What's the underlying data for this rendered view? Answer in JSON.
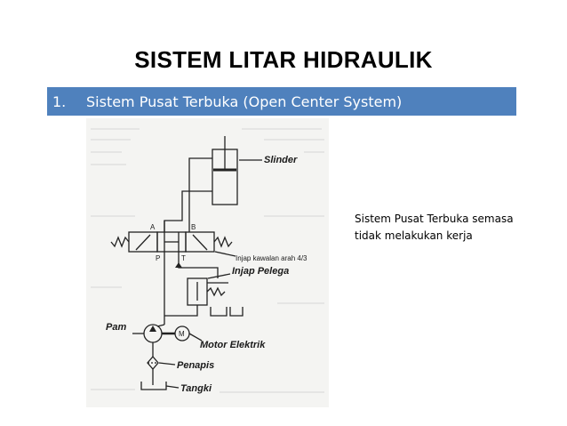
{
  "slide": {
    "title": "SISTEM LITAR HIDRAULIK",
    "bullet_number": "1.",
    "bullet_text": "Sistem Pusat Terbuka (Open Center System)"
  },
  "caption": {
    "line1": "Sistem Pusat Terbuka semasa",
    "line2": "tidak melakukan kerja"
  },
  "diagram": {
    "labels": {
      "slinder": "Slinder",
      "injap_kawalan": "Injap kawalan arah 4/3",
      "injap_pelega": "Injap Pelega",
      "pam": "Pam",
      "motor": "Motor Elektrik",
      "motor_symbol": "M",
      "penapis": "Penapis",
      "tangki": "Tangki",
      "port_a": "A",
      "port_b": "B",
      "port_p": "P",
      "port_t": "T"
    }
  },
  "colors": {
    "bar": "#4f81bd",
    "diagram_bg": "#f4f4f2"
  }
}
